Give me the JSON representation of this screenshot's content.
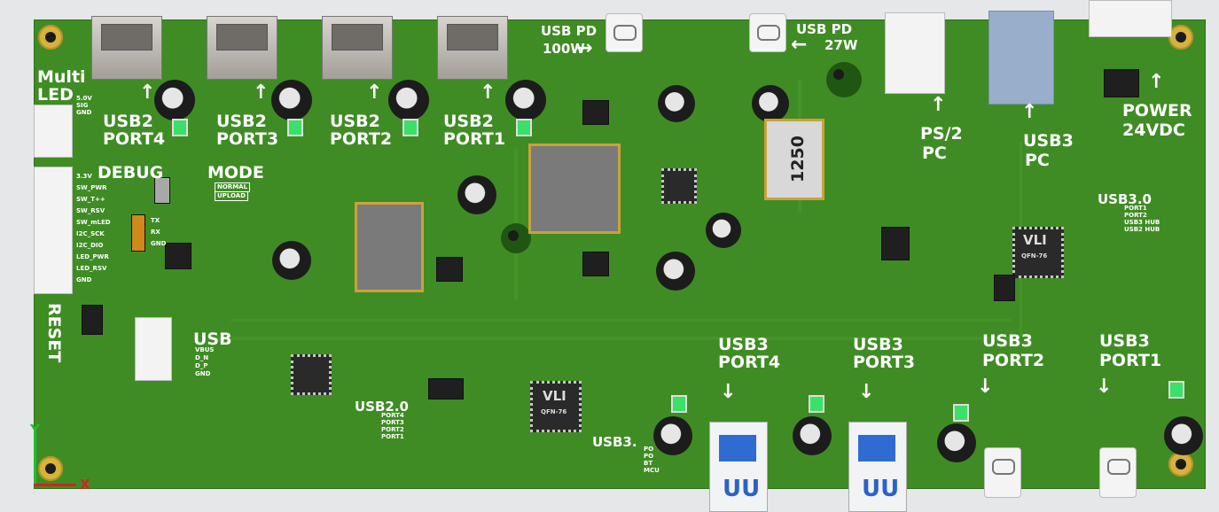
{
  "labels": {
    "multi": "Multi",
    "led": "LED",
    "debug": "DEBUG",
    "mode": "MODE",
    "reset": "RESET",
    "usb": "USB",
    "usb2_port4_a": "USB2",
    "usb2_port4_b": "PORT4",
    "usb2_port3_a": "USB2",
    "usb2_port3_b": "PORT3",
    "usb2_port2_a": "USB2",
    "usb2_port2_b": "PORT2",
    "usb2_port1_a": "USB2",
    "usb2_port1_b": "PORT1",
    "usbpd100_a": "USB PD",
    "usbpd100_b": "100W",
    "usbpd27_a": "USB PD",
    "usbpd27_b": "27W",
    "ps2_a": "PS/2",
    "ps2_b": "PC",
    "usb3pc_a": "USB3",
    "usb3pc_b": "PC",
    "power_a": "POWER",
    "power_b": "24VDC",
    "usb3_port4_a": "USB3",
    "usb3_port4_b": "PORT4",
    "usb3_port3_a": "USB3",
    "usb3_port3_b": "PORT3",
    "usb3_port2_a": "USB3",
    "usb3_port2_b": "PORT2",
    "usb3_port1_a": "USB3",
    "usb3_port1_b": "PORT1",
    "usb20": "USB2.0",
    "usb30": "USB3.0",
    "usb3_short": "USB3.",
    "inductor_val": "1250",
    "axis_y": "Y",
    "axis_x": "X"
  },
  "pins_led": [
    "5.0V",
    "SIG",
    "GND"
  ],
  "pins_debug": [
    "3.3V",
    "SW_PWR",
    "SW_T++",
    "SW_RSV",
    "SW_mLED",
    "I2C_SCK",
    "I2C_DIO",
    "LED_PWR",
    "LED_RSV",
    "GND"
  ],
  "pins_tx": [
    "TX",
    "RX",
    "GND"
  ],
  "pins_usb": [
    "VBUS",
    "D_N",
    "D_P",
    "GND"
  ],
  "mode_opts": [
    "NORMAL",
    "UPLOAD"
  ],
  "usb20_ports": [
    "PORT4",
    "PORT3",
    "PORT2",
    "PORT1"
  ],
  "usb30_ports": [
    "PORT1",
    "PORT2",
    "USB3 HUB",
    "USB2 HUB"
  ],
  "usb3_short_items": [
    "PO",
    "PO",
    "BT",
    "MCU"
  ],
  "colors": {
    "board": "#3f8c24",
    "silk": "#ffffff",
    "pad": "#d7b23c",
    "usb3_blue": "#2f6bd0"
  },
  "chip_marking": "VLI",
  "chip_pkg": "QFN-76"
}
